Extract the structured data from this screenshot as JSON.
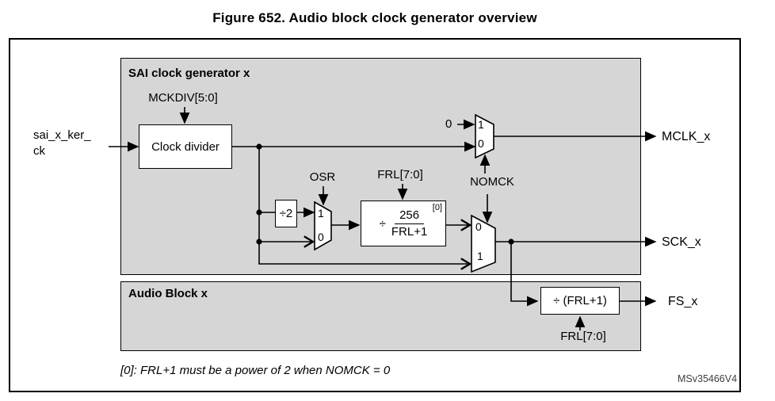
{
  "figure": {
    "title": "Figure 652. Audio block clock generator overview",
    "footnote": "[0]: FRL+1 must be a power of 2 when NOMCK = 0",
    "reference": "MSv35466V4"
  },
  "groups": {
    "sai_clock_generator": "SAI clock generator x",
    "audio_block": "Audio Block x"
  },
  "inputs": {
    "kernel_clock_line1": "sai_x_ker_",
    "kernel_clock_line2": "ck",
    "const_zero": "0"
  },
  "control_signals": {
    "mckdiv": "MCKDIV[5:0]",
    "osr": "OSR",
    "frl_top": "FRL[7:0]",
    "nomck": "NOMCK",
    "frl_bottom": "FRL[7:0]"
  },
  "blocks": {
    "clock_divider": "Clock divider",
    "div_by_2": "÷2",
    "ratio_divide_sign": "÷",
    "ratio_numerator": "256",
    "ratio_denominator": "FRL+1",
    "ratio_note_ref": "[0]",
    "fs_divider": "÷ (FRL+1)"
  },
  "muxes": {
    "mclk_sel1": "1",
    "mclk_sel0": "0",
    "osr_sel1": "1",
    "osr_sel0": "0",
    "sck_sel0": "0",
    "sck_sel1": "1"
  },
  "outputs": {
    "mclk": "MCLK_x",
    "sck": "SCK_x",
    "fs": "FS_x"
  },
  "colors": {
    "group_fill": "#d6d6d6",
    "line": "#000000"
  }
}
